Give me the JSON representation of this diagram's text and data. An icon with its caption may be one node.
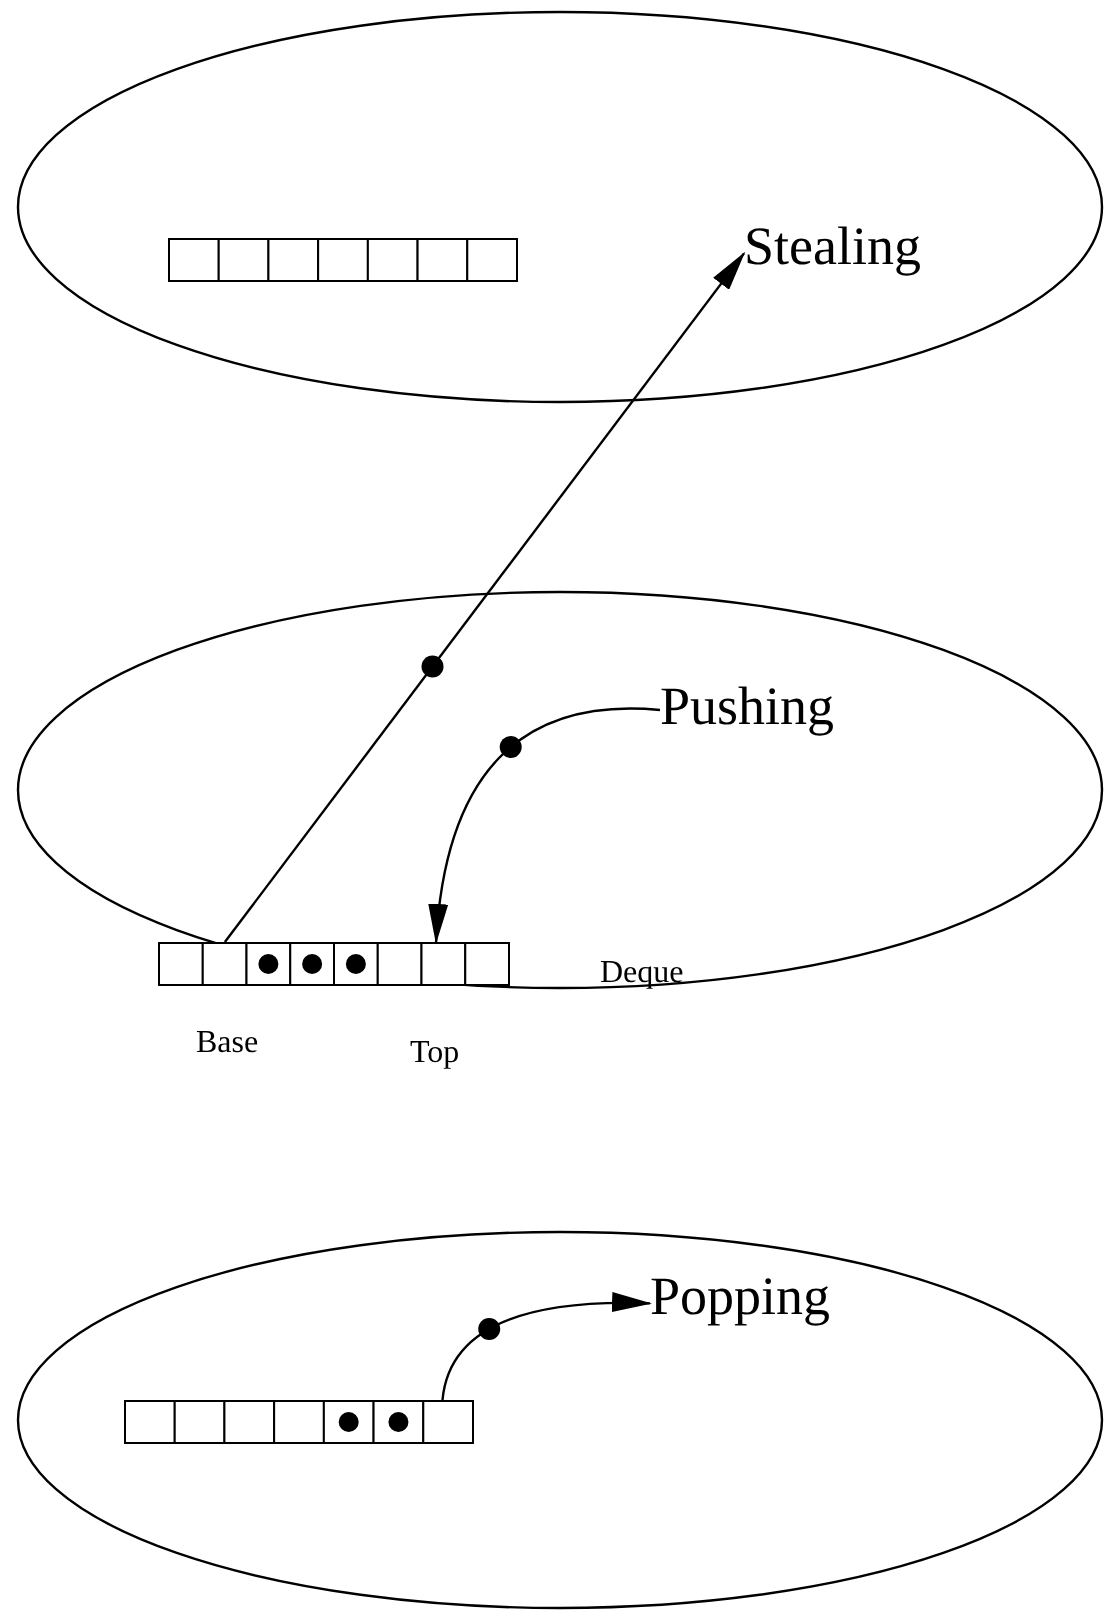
{
  "diagram": {
    "nodes": [
      {
        "text": [],
        "shape": "ellipse"
      },
      {
        "text": [
          "Stealing"
        ],
        "in": 0
      },
      {
        "text": [],
        "shape": "bar",
        "in": 0
      },
      {
        "text": [],
        "shape": "ellipse"
      },
      {
        "text": [
          "Pushing"
        ],
        "in": 3
      },
      {
        "text": [],
        "shape": "bar",
        "in": 3,
        "beside": [
          "Base",
          "Top",
          "Deque"
        ]
      },
      {
        "text": [],
        "shape": "ellipse"
      },
      {
        "text": [
          "Popping"
        ],
        "in": 6
      },
      {
        "text": [],
        "shape": "bar",
        "in": 6
      }
    ],
    "edges": [
      {
        "from": 5,
        "to": 1,
        "arrow": "to"
      },
      {
        "from": 4,
        "to": 5,
        "arrow": "to"
      },
      {
        "from": 8,
        "to": 7,
        "arrow": "to"
      }
    ]
  }
}
